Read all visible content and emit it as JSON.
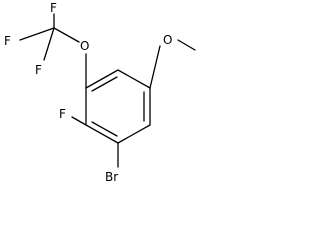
{
  "molecule": {
    "atoms": {
      "f_top": "F",
      "f_left": "F",
      "f_bottom": "F",
      "o_ether": "O",
      "o_methoxy": "O",
      "f_ring": "F",
      "br": "Br"
    }
  },
  "colors": {
    "bond": "#000000",
    "label": "#000000",
    "background": "#ffffff"
  }
}
